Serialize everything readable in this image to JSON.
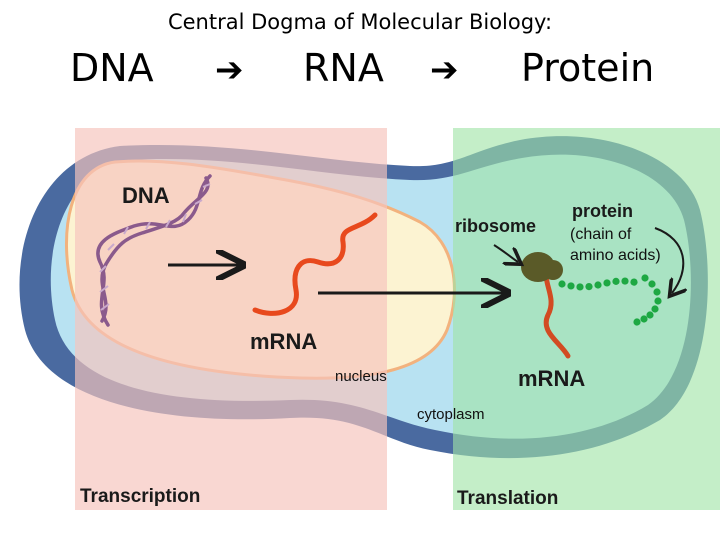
{
  "header": {
    "title": "Central Dogma of Molecular Biology:",
    "flow": [
      "DNA",
      "RNA",
      "Protein"
    ],
    "arrow_glyph": "➔"
  },
  "diagram": {
    "dna_label": "DNA",
    "mrna_nucleus_label": "mRNA",
    "nucleus_label": "nucleus",
    "cytoplasm_label": "cytoplasm",
    "ribosome_label": "ribosome",
    "protein_label": "protein",
    "protein_note_line1": "(chain of",
    "protein_note_line2": "amino acids)",
    "mrna_cytoplasm_label": "mRNA"
  },
  "panels": {
    "transcription": "Transcription",
    "translation": "Translation"
  },
  "colors": {
    "cell_outer": "#4a6aa0",
    "cytoplasm": "#b8e2f2",
    "nucleus_fill": "#fcf3d2",
    "nucleus_border": "#f2b27e",
    "transcription_panel": "#f6c4bc",
    "translation_panel": "#9fe3a6",
    "mrna": "#e8491d",
    "dna": "#8a5a8c",
    "ribosome": "#5a5a28",
    "amino_acid": "#1ea843"
  }
}
